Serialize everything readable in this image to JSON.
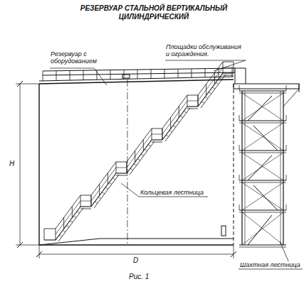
{
  "diagram": {
    "title": "РЕЗЕРВУАР СТАЛЬНОЙ ВЕРТИКАЛЬНЫЙ ЦИЛИНДРИЧЕСКИЙ",
    "caption": "Рис. 1",
    "labels": [
      "Резервуар с оборудованием",
      "Площадки обслуживания и ограждения.",
      "Кольцевая лестница",
      "Шахтная лестница",
      "H",
      "D"
    ]
  }
}
